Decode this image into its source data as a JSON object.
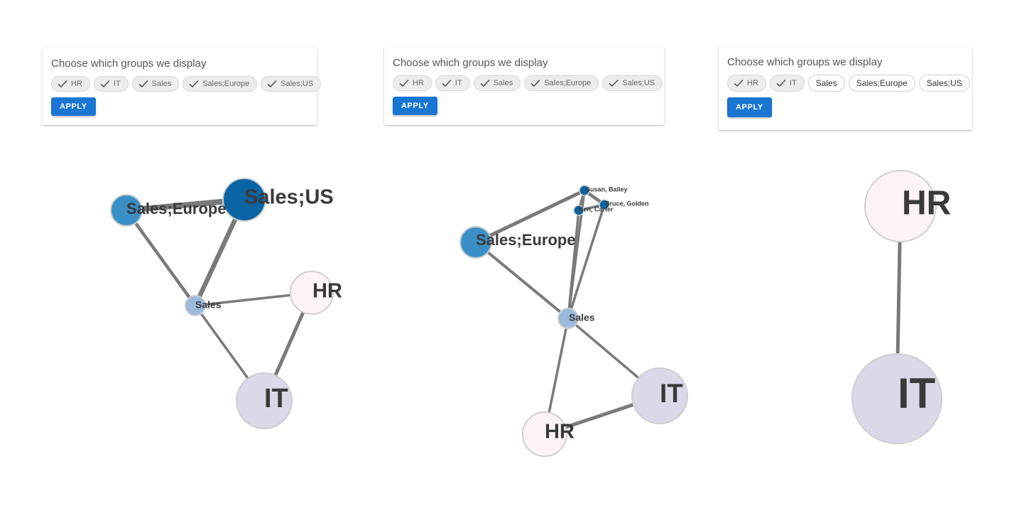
{
  "panels": [
    {
      "title": "Choose which groups we display",
      "chips": [
        {
          "label": "HR",
          "selected": true
        },
        {
          "label": "IT",
          "selected": true
        },
        {
          "label": "Sales",
          "selected": true
        },
        {
          "label": "Sales;Europe",
          "selected": true
        },
        {
          "label": "Sales;US",
          "selected": true
        }
      ],
      "apply_label": "APPLY"
    },
    {
      "title": "Choose which groups we display",
      "chips": [
        {
          "label": "HR",
          "selected": true
        },
        {
          "label": "IT",
          "selected": true
        },
        {
          "label": "Sales",
          "selected": true
        },
        {
          "label": "Sales;Europe",
          "selected": true
        },
        {
          "label": "Sales;US",
          "selected": true
        }
      ],
      "apply_label": "APPLY"
    },
    {
      "title": "Choose which groups we display",
      "chips": [
        {
          "label": "HR",
          "selected": true
        },
        {
          "label": "IT",
          "selected": true
        },
        {
          "label": "Sales",
          "selected": false
        },
        {
          "label": "Sales;Europe",
          "selected": false
        },
        {
          "label": "Sales;US",
          "selected": false
        }
      ],
      "apply_label": "APPLY"
    }
  ],
  "graphs": [
    {
      "nodes": [
        {
          "id": "sales_europe",
          "label": "Sales;Europe",
          "color": "#3a8fc7"
        },
        {
          "id": "sales_us",
          "label": "Sales;US",
          "color": "#0a64a4"
        },
        {
          "id": "sales",
          "label": "Sales",
          "color": "#9bbadc"
        },
        {
          "id": "hr",
          "label": "HR",
          "color": "#fcf3f9"
        },
        {
          "id": "it",
          "label": "IT",
          "color": "#d9d9e8"
        }
      ],
      "edges": [
        {
          "source": "sales_europe",
          "target": "sales_us"
        },
        {
          "source": "sales_europe",
          "target": "sales"
        },
        {
          "source": "sales_us",
          "target": "sales"
        },
        {
          "source": "sales",
          "target": "hr"
        },
        {
          "source": "sales",
          "target": "it"
        },
        {
          "source": "hr",
          "target": "it"
        }
      ]
    },
    {
      "nodes": [
        {
          "id": "susan",
          "label": "Susan, Bailey",
          "color": "#0a64a4"
        },
        {
          "id": "bruce",
          "label": "Bruce, Golden",
          "color": "#0a64a4"
        },
        {
          "id": "ken",
          "label": "Ken, Carter",
          "color": "#0a64a4"
        },
        {
          "id": "sales_europe",
          "label": "Sales;Europe",
          "color": "#3a8fc7"
        },
        {
          "id": "sales",
          "label": "Sales",
          "color": "#9bbadc"
        },
        {
          "id": "it",
          "label": "IT",
          "color": "#d9d9e8"
        },
        {
          "id": "hr",
          "label": "HR",
          "color": "#fcf3f9"
        }
      ],
      "edges": [
        {
          "source": "susan",
          "target": "bruce"
        },
        {
          "source": "susan",
          "target": "ken"
        },
        {
          "source": "ken",
          "target": "bruce"
        },
        {
          "source": "susan",
          "target": "sales_europe"
        },
        {
          "source": "sales_europe",
          "target": "sales"
        },
        {
          "source": "susan",
          "target": "sales"
        },
        {
          "source": "ken",
          "target": "sales"
        },
        {
          "source": "bruce",
          "target": "sales"
        },
        {
          "source": "sales",
          "target": "it"
        },
        {
          "source": "sales",
          "target": "hr"
        },
        {
          "source": "hr",
          "target": "it"
        }
      ]
    },
    {
      "nodes": [
        {
          "id": "hr",
          "label": "HR",
          "color": "#fcf3f9"
        },
        {
          "id": "it",
          "label": "IT",
          "color": "#d9d9e8"
        }
      ],
      "edges": [
        {
          "source": "hr",
          "target": "it"
        }
      ]
    }
  ],
  "colors": {
    "accent": "#1976d2",
    "edge": "#7a7a7a",
    "node_stroke": "#cfcfcf",
    "label": "#3a3a3a"
  }
}
